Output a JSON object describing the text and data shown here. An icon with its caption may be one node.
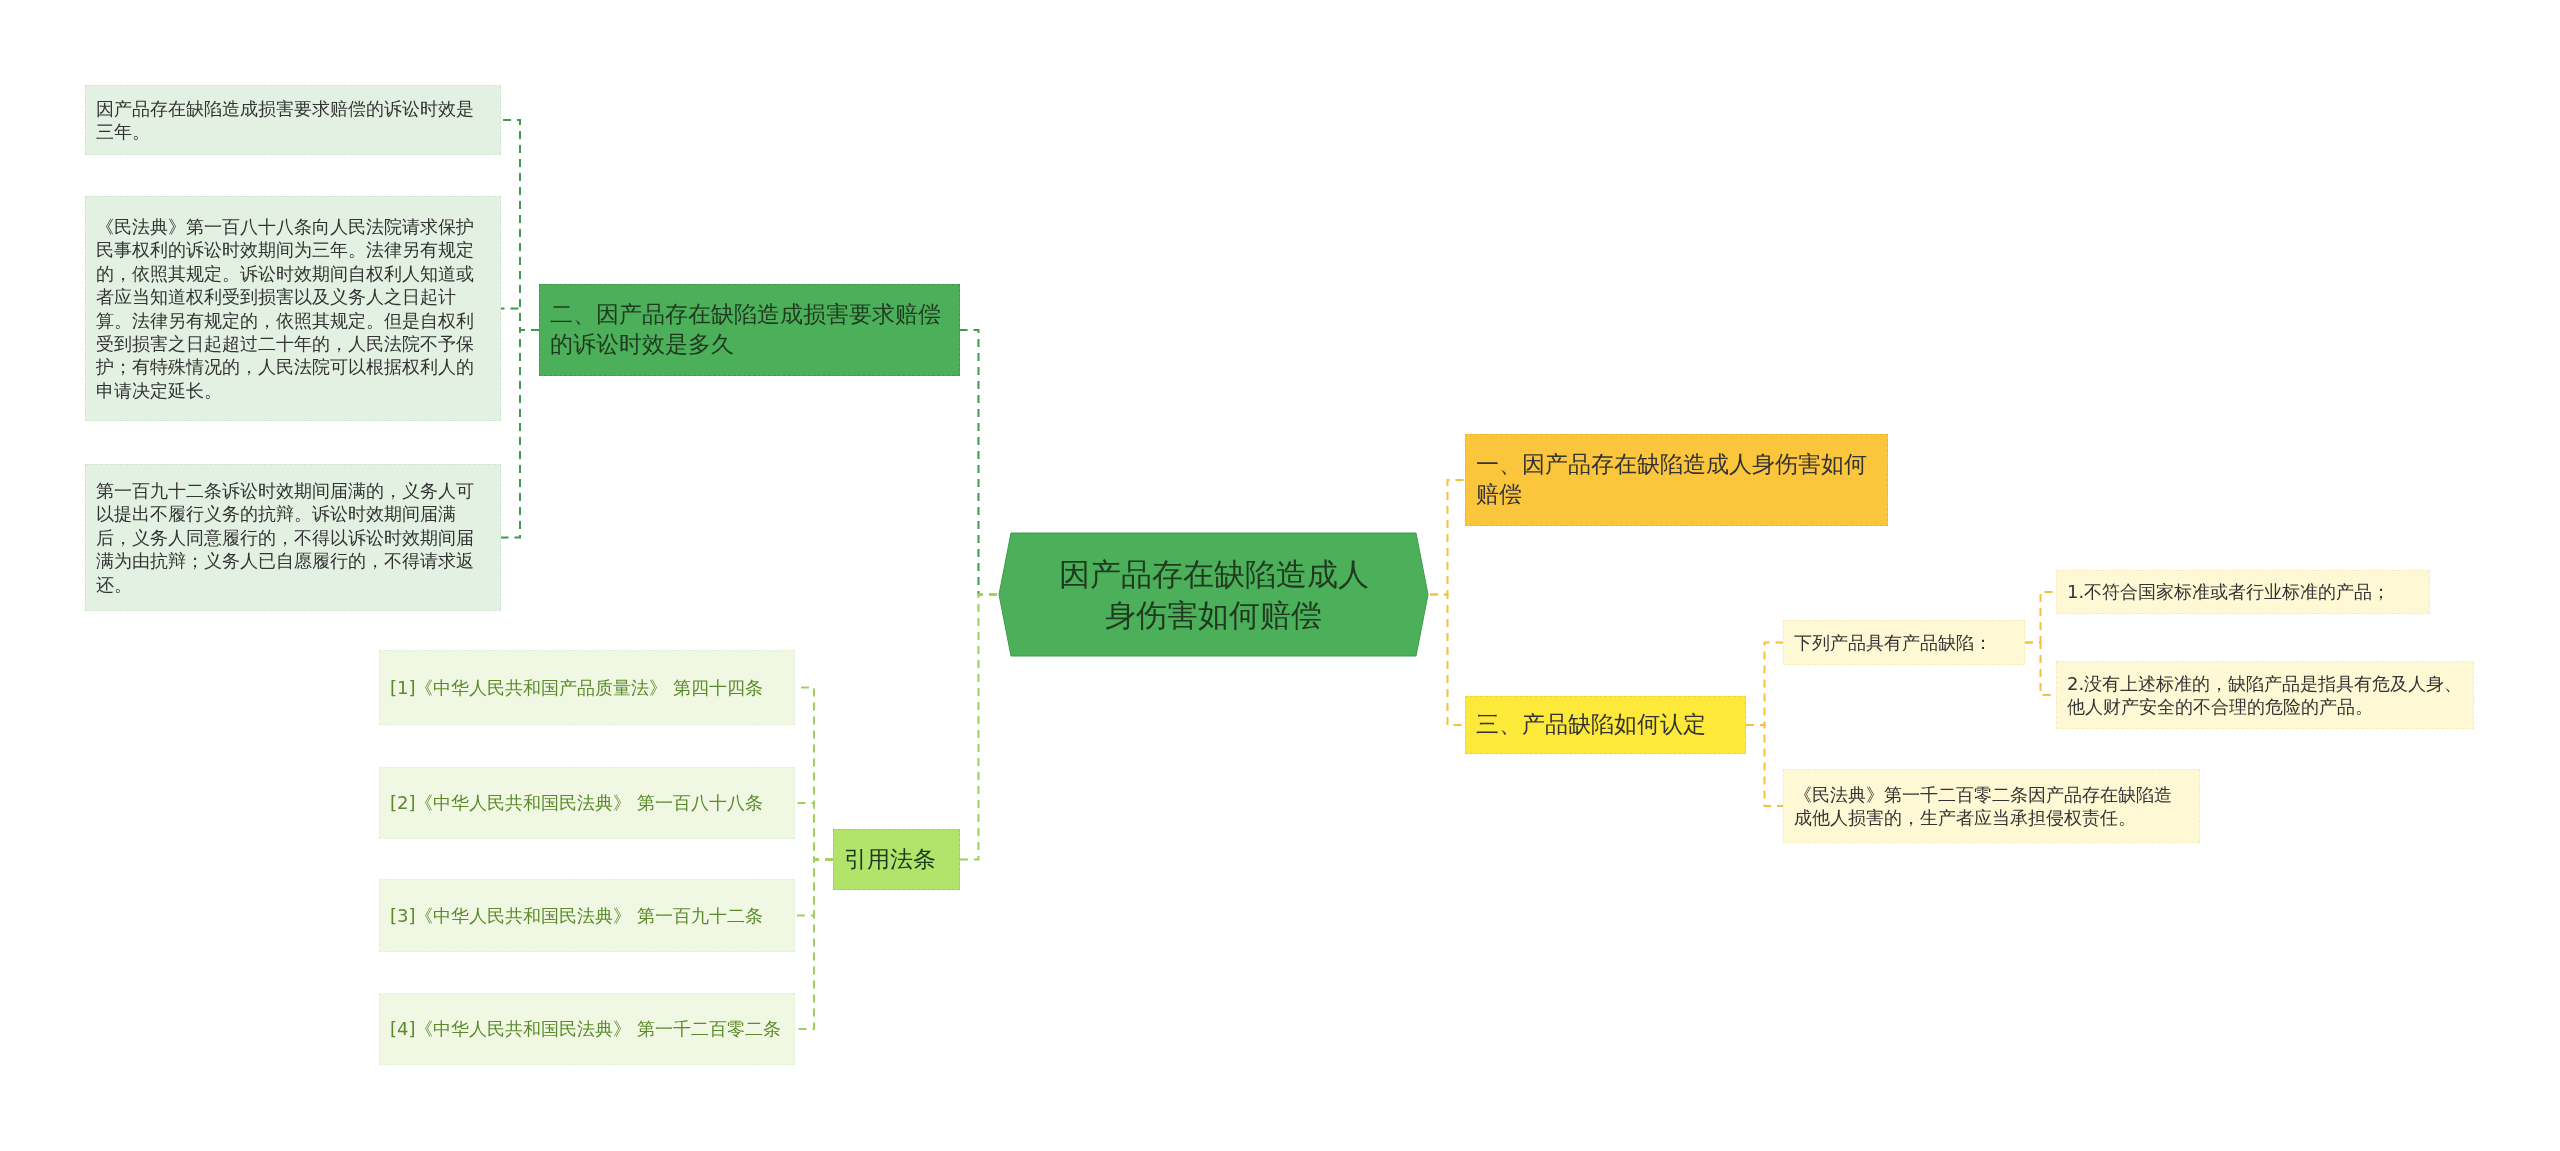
{
  "diagram": {
    "nodes": [
      {
        "text": [
          "因产品存在缺陷造成人身伤害如何赔偿"
        ]
      },
      {
        "text": [
          "二、因产品存在缺陷造成损害要求赔偿的诉讼时效是多久"
        ]
      },
      {
        "text": [
          "因产品存在缺陷造成损害要求赔偿的诉讼时效是三年。"
        ]
      },
      {
        "text": [
          "《民法典》第一百八十八条向人民法院请求保护民事权利的诉讼时效期间为三年。法律另有规定的，依照其规定。诉讼时效期间自权利人知道或者应当知道权利受到损害以及义务人之日起计算。法律另有规定的，依照其规定。但是自权利受到损害之日起超过二十年的，人民法院不予保护；有特殊情况的，人民法院可以根据权利人的申请决定延长。"
        ]
      },
      {
        "text": [
          "第一百九十二条诉讼时效期间届满的，义务人可以提出不履行义务的抗辩。诉讼时效期间届满后，义务人同意履行的，不得以诉讼时效期间届满为由抗辩；义务人已自愿履行的，不得请求返还。"
        ]
      },
      {
        "text": [
          "引用法条"
        ]
      },
      {
        "text": [
          "[1]《中华人民共和国产品质量法》 第四十四条"
        ]
      },
      {
        "text": [
          "[2]《中华人民共和国民法典》 第一百八十八条"
        ]
      },
      {
        "text": [
          "[3]《中华人民共和国民法典》 第一百九十二条"
        ]
      },
      {
        "text": [
          "[4]《中华人民共和国民法典》 第一千二百零二条"
        ]
      },
      {
        "text": [
          "一、因产品存在缺陷造成人身伤害如何赔偿"
        ]
      },
      {
        "text": [
          "三、产品缺陷如何认定"
        ]
      },
      {
        "text": [
          "下列产品具有产品缺陷："
        ]
      },
      {
        "text": [
          "1.不符合国家标准或者行业标准的产品；"
        ]
      },
      {
        "text": [
          "2.没有上述标准的，缺陷产品是指具有危及人身、他人财产安全的不合理的危险的产品。"
        ]
      },
      {
        "text": [
          "《民法典》第一千二百零二条因产品存在缺陷造成他人损害的，生产者应当承担侵权责任。"
        ]
      }
    ],
    "edges": [
      {
        "from": 0,
        "to": 1,
        "arrow": "none",
        "style": "dashed",
        "color": "#3f9a4a"
      },
      {
        "from": 1,
        "to": 2,
        "arrow": "none",
        "style": "dashed",
        "color": "#3f9a4a"
      },
      {
        "from": 1,
        "to": 3,
        "arrow": "none",
        "style": "dashed",
        "color": "#3f9a4a"
      },
      {
        "from": 1,
        "to": 4,
        "arrow": "none",
        "style": "dashed",
        "color": "#3f9a4a"
      },
      {
        "from": 0,
        "to": 5,
        "arrow": "none",
        "style": "dashed",
        "color": "#9fd15a"
      },
      {
        "from": 5,
        "to": 6,
        "arrow": "none",
        "style": "dashed",
        "color": "#9fd15a"
      },
      {
        "from": 5,
        "to": 7,
        "arrow": "none",
        "style": "dashed",
        "color": "#9fd15a"
      },
      {
        "from": 5,
        "to": 8,
        "arrow": "none",
        "style": "dashed",
        "color": "#9fd15a"
      },
      {
        "from": 5,
        "to": 9,
        "arrow": "none",
        "style": "dashed",
        "color": "#9fd15a"
      },
      {
        "from": 0,
        "to": 10,
        "arrow": "none",
        "style": "dashed"
      },
      {
        "from": 0,
        "to": 11,
        "arrow": "none",
        "style": "dashed"
      },
      {
        "from": 11,
        "to": 12,
        "arrow": "none",
        "style": "dashed"
      },
      {
        "from": 12,
        "to": 13,
        "arrow": "none",
        "style": "dashed"
      },
      {
        "from": 12,
        "to": 14,
        "arrow": "none",
        "style": "dashed"
      },
      {
        "from": 11,
        "to": 15,
        "arrow": "none",
        "style": "dashed"
      }
    ]
  }
}
